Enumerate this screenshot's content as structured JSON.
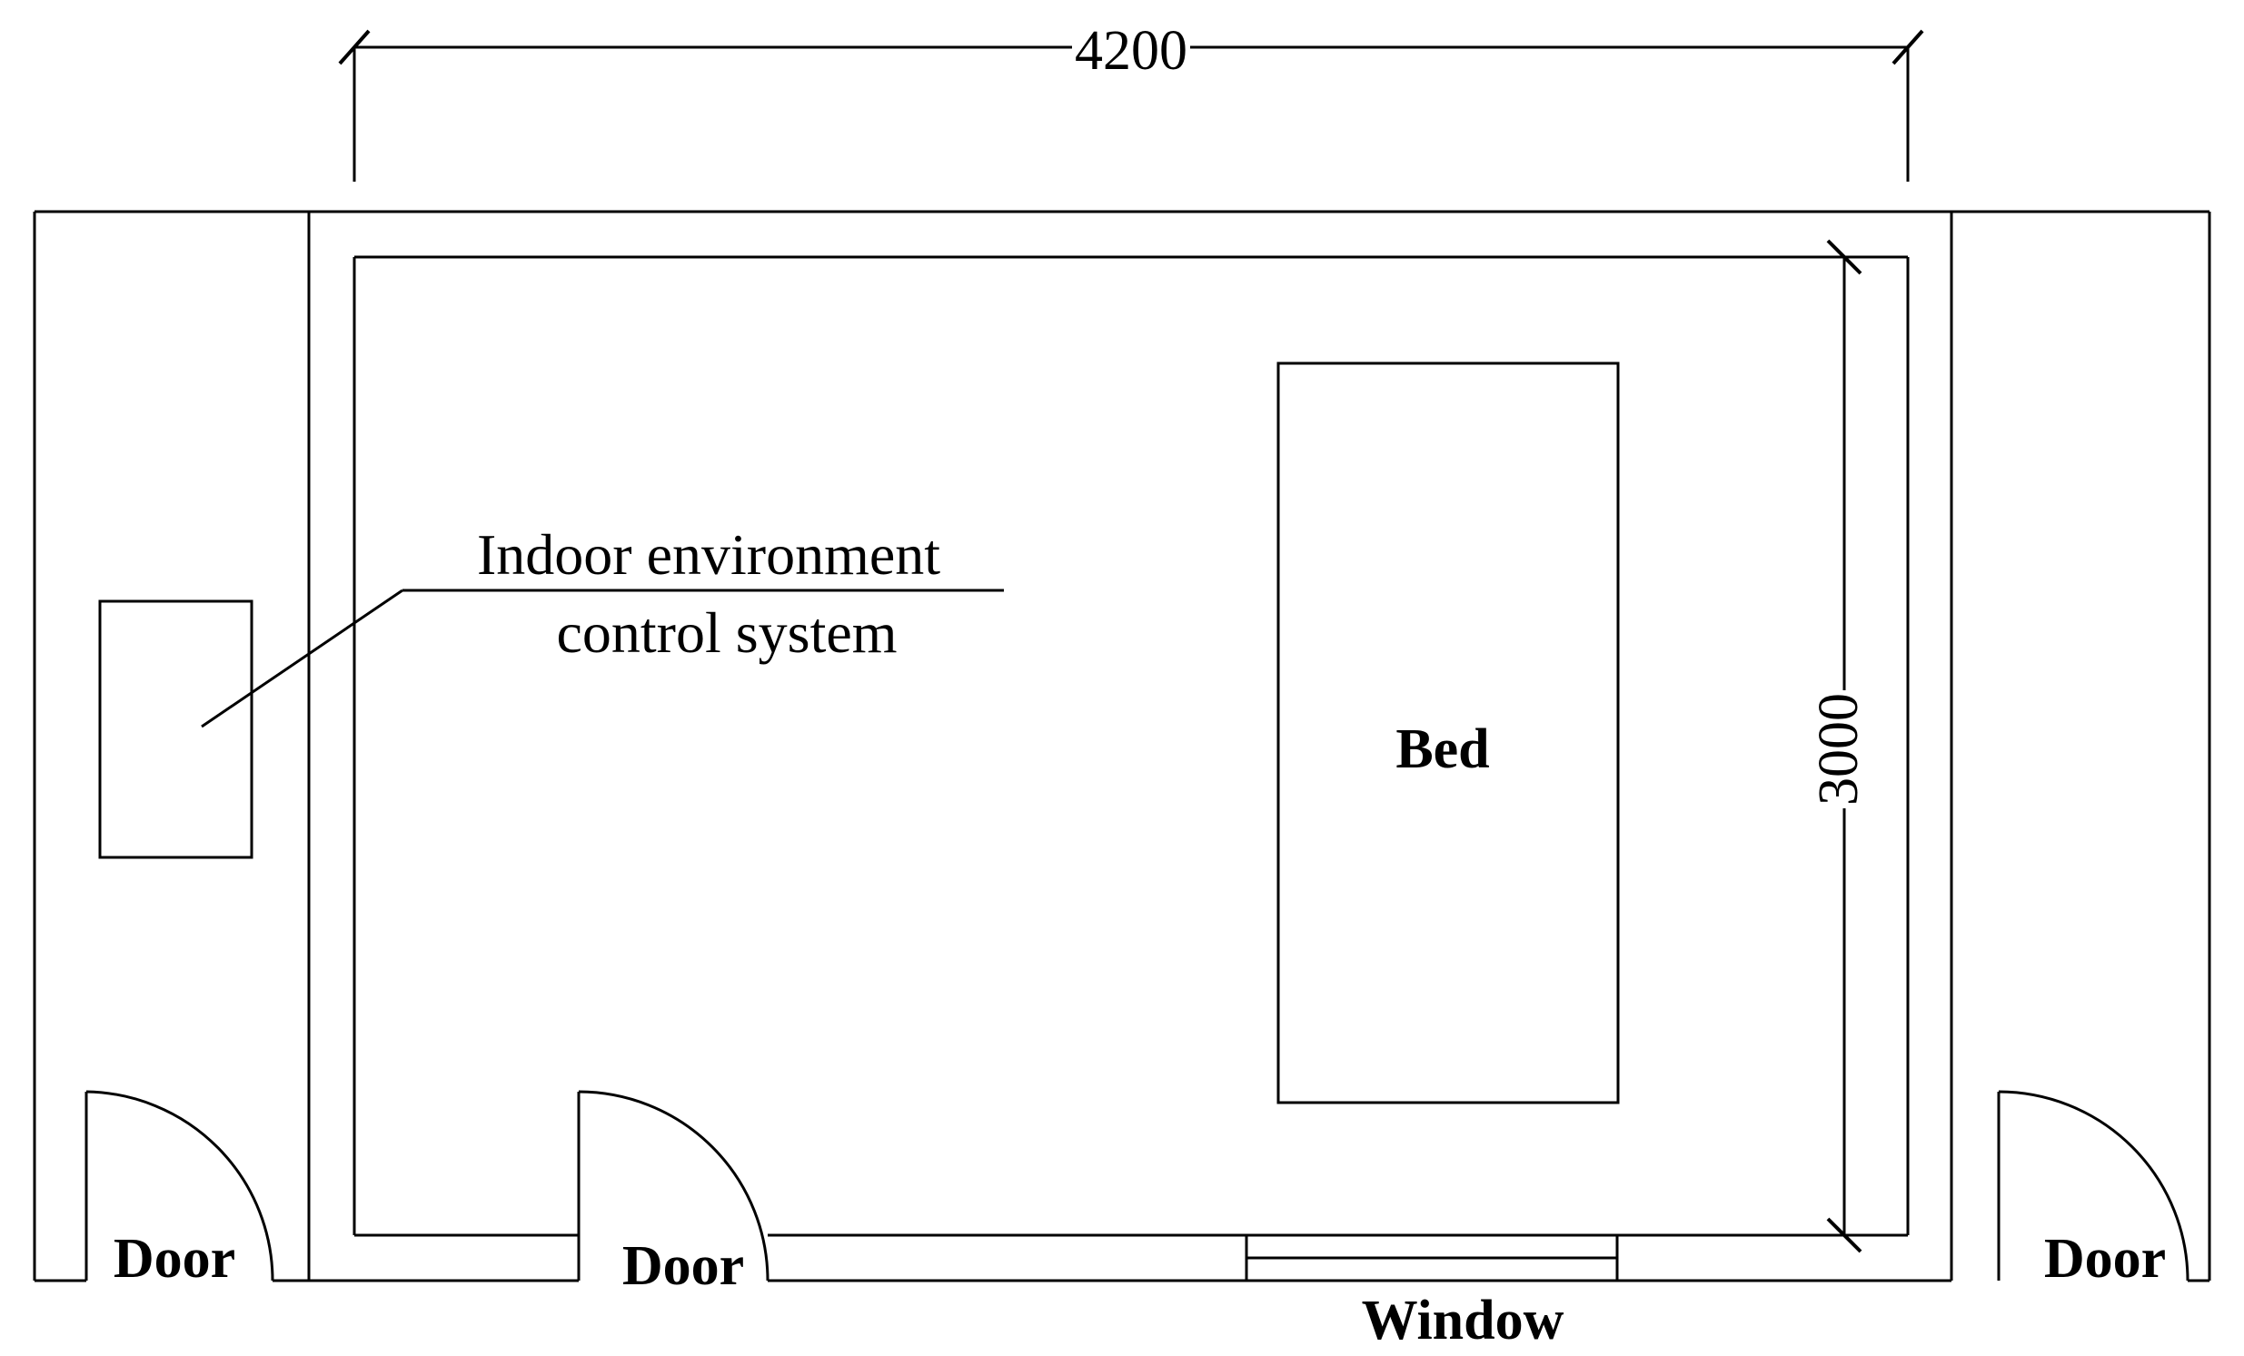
{
  "diagram": {
    "dimensions": {
      "width": "4200",
      "height": "3000"
    },
    "labels": {
      "callout_line1": "Indoor environment",
      "callout_line2": "control system",
      "bed": "Bed",
      "door_left": "Door",
      "door_center": "Door",
      "door_right": "Door",
      "window": "Window"
    }
  }
}
